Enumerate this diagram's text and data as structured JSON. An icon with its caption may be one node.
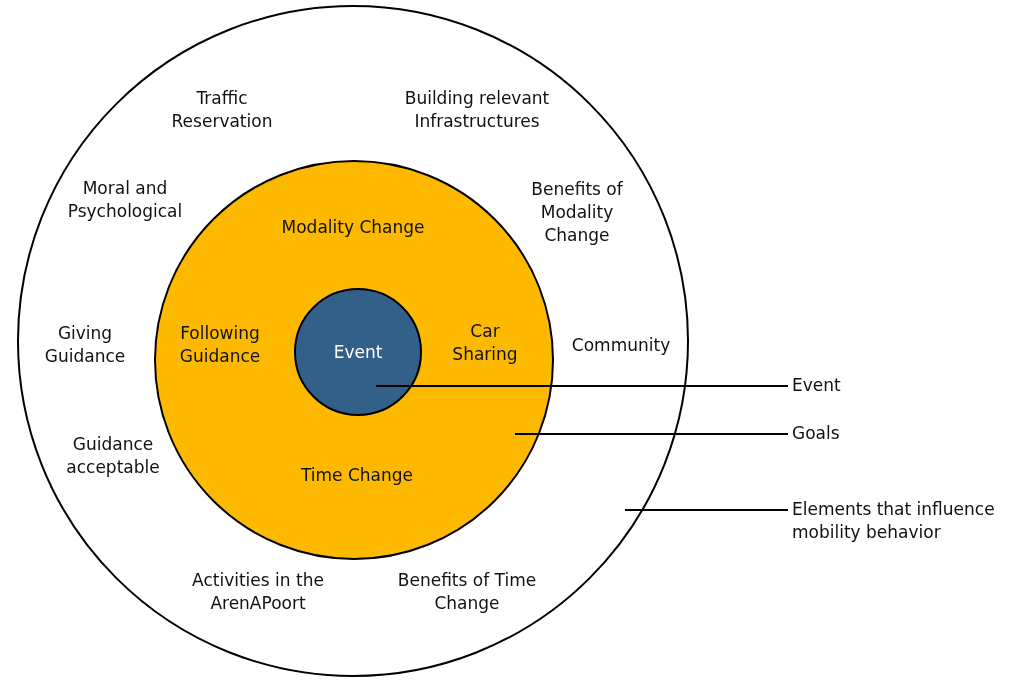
{
  "diagram": {
    "nodes": [
      {
        "text": [],
        "shape": "circle"
      },
      {
        "text": [],
        "shape": "circle",
        "in": 0
      },
      {
        "text": [
          "Event"
        ],
        "in": 1
      },
      {
        "text": [
          "Event"
        ]
      },
      {
        "text": [
          "Goals"
        ]
      },
      {
        "text": [
          "Elements that influence mobility behavior"
        ]
      }
    ],
    "edges": [
      {
        "from": 3,
        "to": 2,
        "arrow": "none"
      },
      {
        "from": 4,
        "to": 1,
        "arrow": "none"
      },
      {
        "from": 5,
        "to": 0,
        "arrow": "none"
      }
    ],
    "labels": [
      "Traffic Reservation",
      "Building relevant Infrastructures",
      "Moral and Psychological",
      "Benefits of Modality Change",
      "Modality Change",
      "Giving Guidance",
      "Following Guidance",
      "Car Sharing",
      "Community",
      "Guidance acceptable",
      "Time Change",
      "Activities in the ArenAPoort",
      "Benefits of Time Change"
    ]
  }
}
